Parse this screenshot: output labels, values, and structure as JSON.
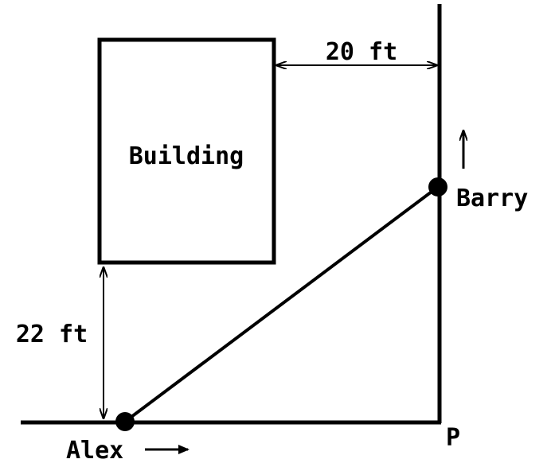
{
  "labels": {
    "building": "Building",
    "top_distance": "20 ft",
    "side_distance": "22 ft",
    "person_moving_up": "Barry",
    "person_moving_right": "Alex",
    "corner_point": "P"
  },
  "colors": {
    "ink": "#000000",
    "background": "#ffffff"
  }
}
